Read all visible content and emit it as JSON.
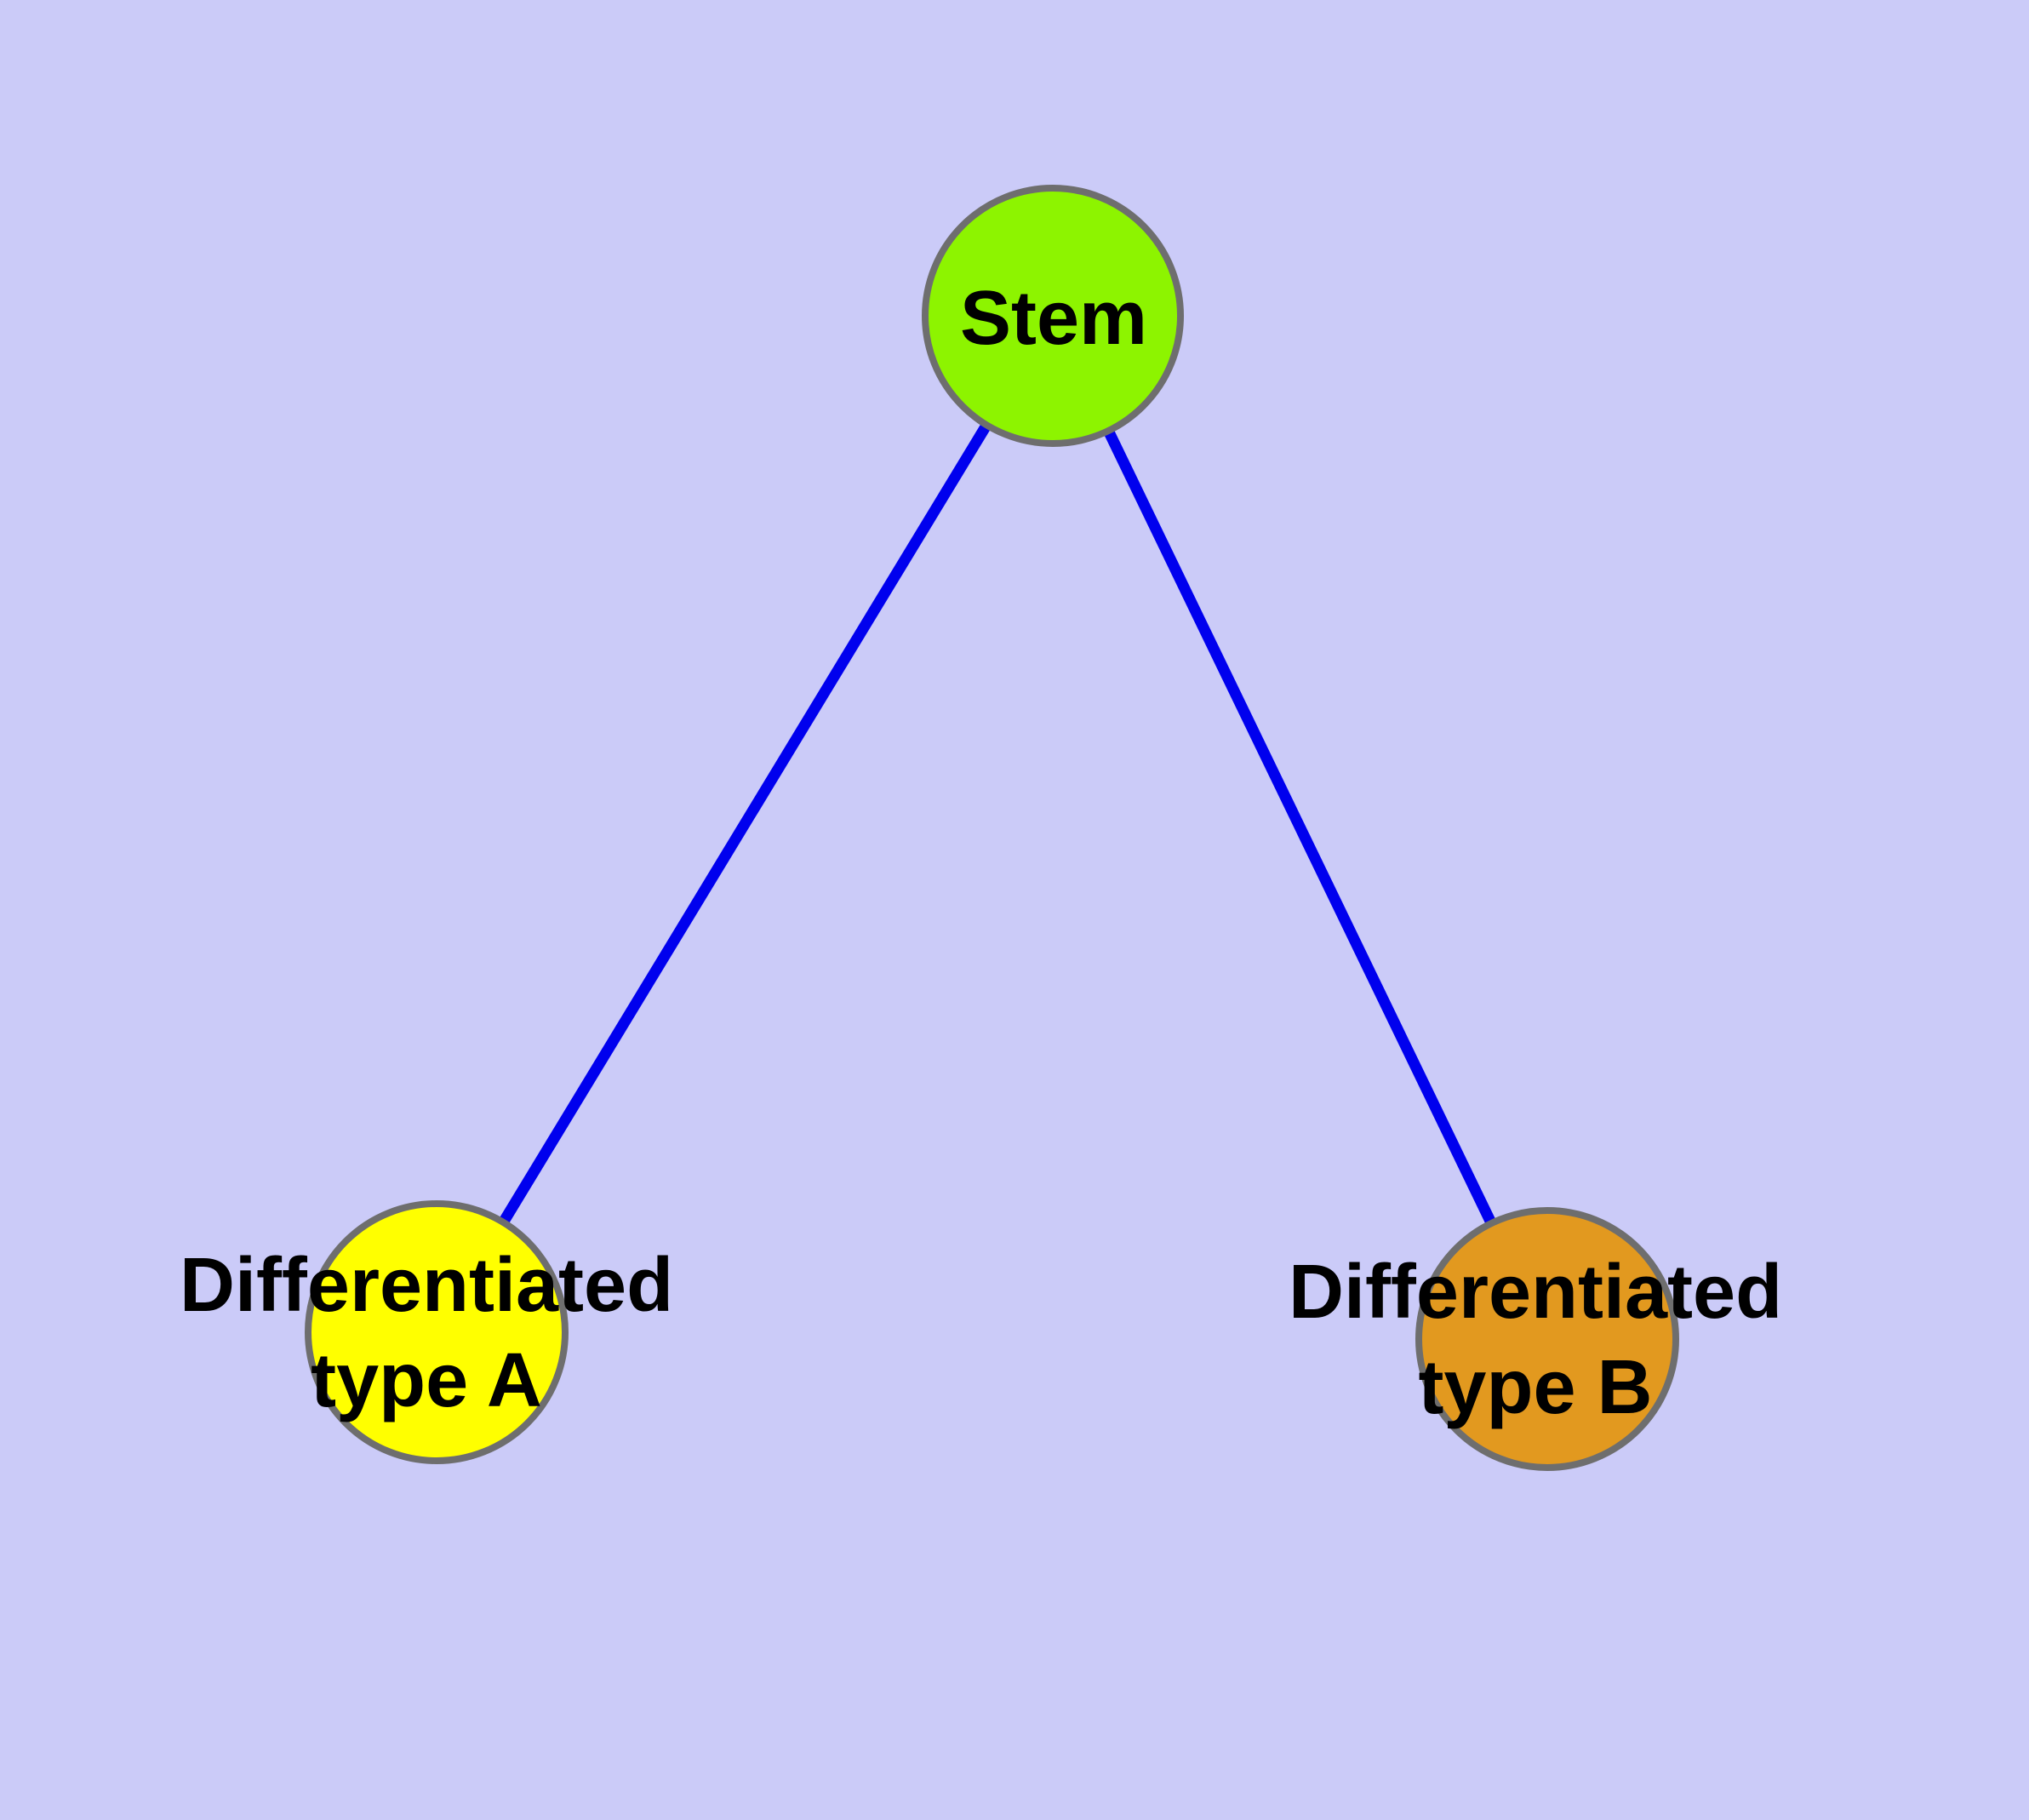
{
  "figure": {
    "background_color": "#CBCBF8",
    "edge_color": "#0000EE",
    "node_border_color": "#6E6E6E",
    "label_color": "#000000"
  },
  "diagram": {
    "type": "node-link",
    "nodes": [
      {
        "id": "stem",
        "label": "Stem",
        "fill": "#8DF400"
      },
      {
        "id": "type-a",
        "label": "Differentiated\ntype A",
        "fill": "#FFFF00"
      },
      {
        "id": "type-b",
        "label": "Differentiated\ntype B",
        "fill": "#E2991F"
      }
    ],
    "edges": [
      {
        "from": "Stem",
        "to": "Differentiated type A"
      },
      {
        "from": "Stem",
        "to": "Differentiated type B"
      }
    ]
  }
}
